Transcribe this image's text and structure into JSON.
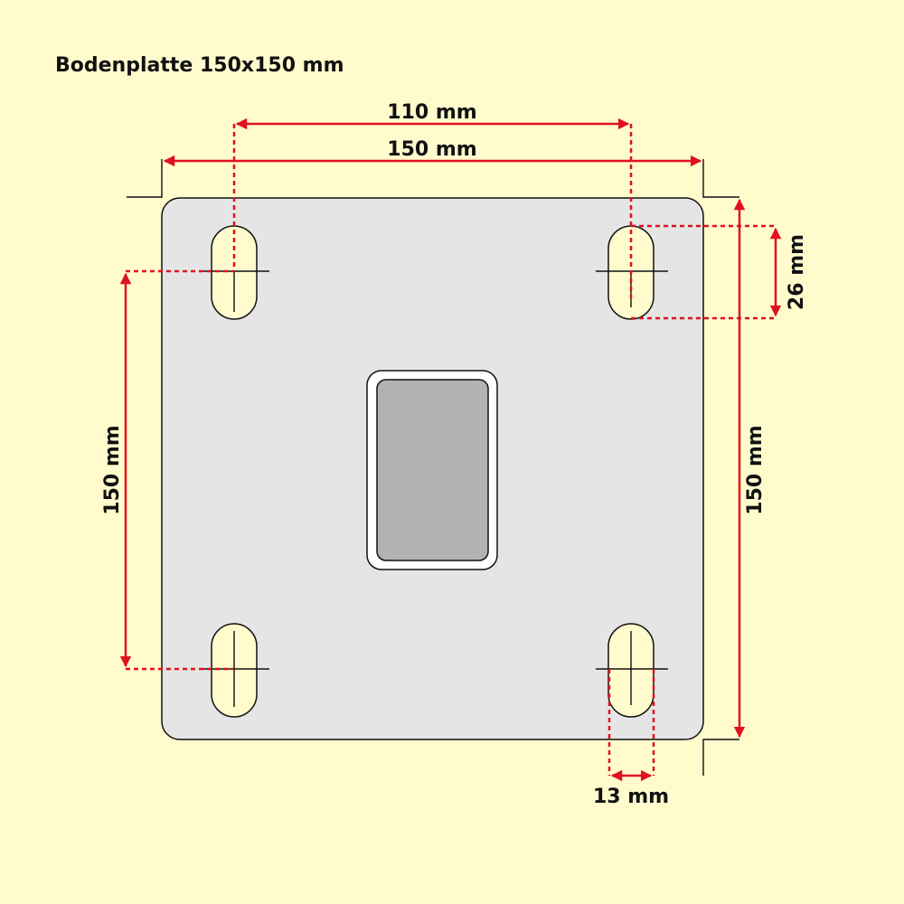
{
  "title": "Bodenplatte 150x150 mm",
  "dimensions": {
    "hole_spacing_x": "110 mm",
    "plate_width": "150 mm",
    "plate_height_left": "150 mm",
    "plate_height_right": "150 mm",
    "slot_length": "26 mm",
    "slot_width": "13 mm"
  },
  "colors": {
    "background": "#fffbcd",
    "plate": "#e5e5e5",
    "tube": "#b2b2b2",
    "dimension_line": "#e0101e"
  }
}
